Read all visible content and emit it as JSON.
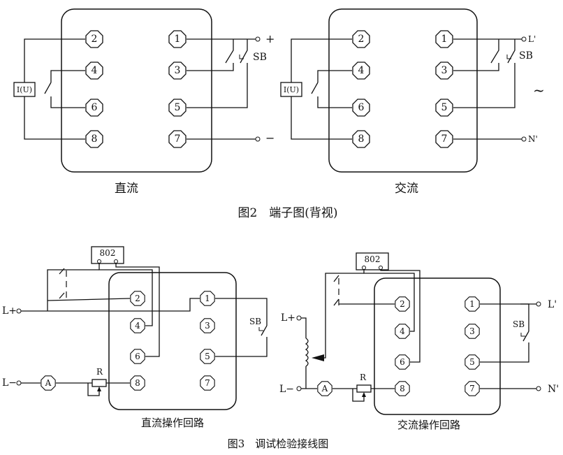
{
  "figure2": {
    "caption": "图2　端子图(背视)",
    "dc": {
      "label": "直流",
      "terminals_left": [
        "2",
        "4",
        "6",
        "8"
      ],
      "terminals_right": [
        "1",
        "3",
        "5",
        "7"
      ],
      "plus": "+",
      "minus": "−",
      "sb": "SB",
      "relay": "I(U)"
    },
    "ac": {
      "label": "交流",
      "terminals_left": [
        "2",
        "4",
        "6",
        "8"
      ],
      "terminals_right": [
        "1",
        "3",
        "5",
        "7"
      ],
      "line": "L'",
      "neutral": "N'",
      "tilde": "~",
      "sb": "SB",
      "relay": "I(U)"
    }
  },
  "figure3": {
    "caption": "图3　调试检验接线图",
    "dc": {
      "label": "直流操作回路",
      "device": "802",
      "terminals_left": [
        "2",
        "4",
        "6",
        "8"
      ],
      "terminals_right": [
        "1",
        "3",
        "5",
        "7"
      ],
      "lplus": "L+",
      "lminus": "L−",
      "sb": "SB",
      "r": "R",
      "ammeter": "A"
    },
    "ac": {
      "label": "交流操作回路",
      "device": "802",
      "terminals_left": [
        "2",
        "4",
        "6",
        "8"
      ],
      "terminals_right": [
        "1",
        "3",
        "5",
        "7"
      ],
      "lplus": "L+",
      "lminus": "L−",
      "line": "L'",
      "neutral": "N'",
      "sb": "SB",
      "r": "R",
      "ammeter": "A"
    }
  }
}
